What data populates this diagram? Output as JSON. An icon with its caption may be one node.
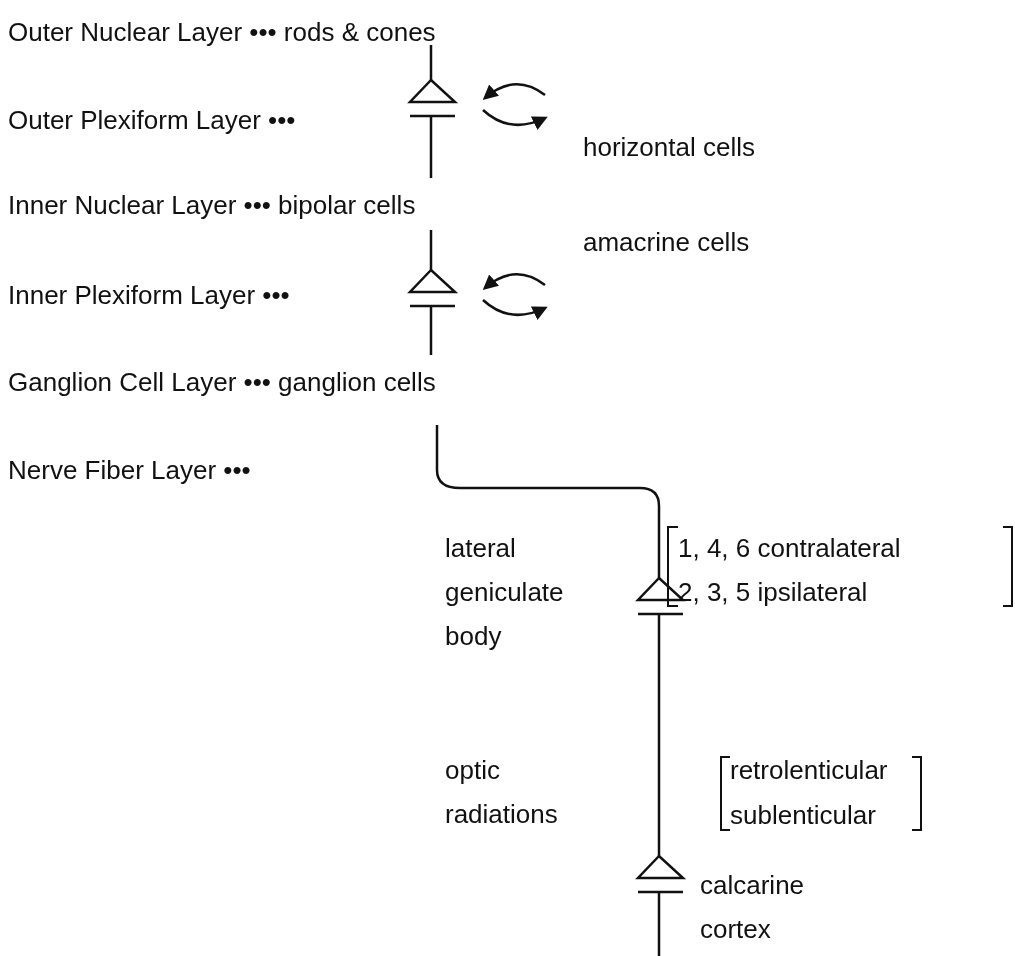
{
  "diagram": {
    "labels": [
      "Outer Nuclear Layer ••• rods & cones",
      "Outer Plexiform Layer •••",
      "horizontal cells",
      "Inner Nuclear Layer ••• bipolar cells",
      "amacrine cells",
      "Inner Plexiform Layer •••",
      "Ganglion Cell Layer ••• ganglion cells",
      "Nerve Fiber Layer •••",
      "lateral geniculate body",
      "1, 4, 6 contralateral",
      "2, 3, 5 ipsilateral",
      "optic radiations",
      "retrolenticular",
      "sublenticular",
      "calcarine cortex"
    ]
  }
}
